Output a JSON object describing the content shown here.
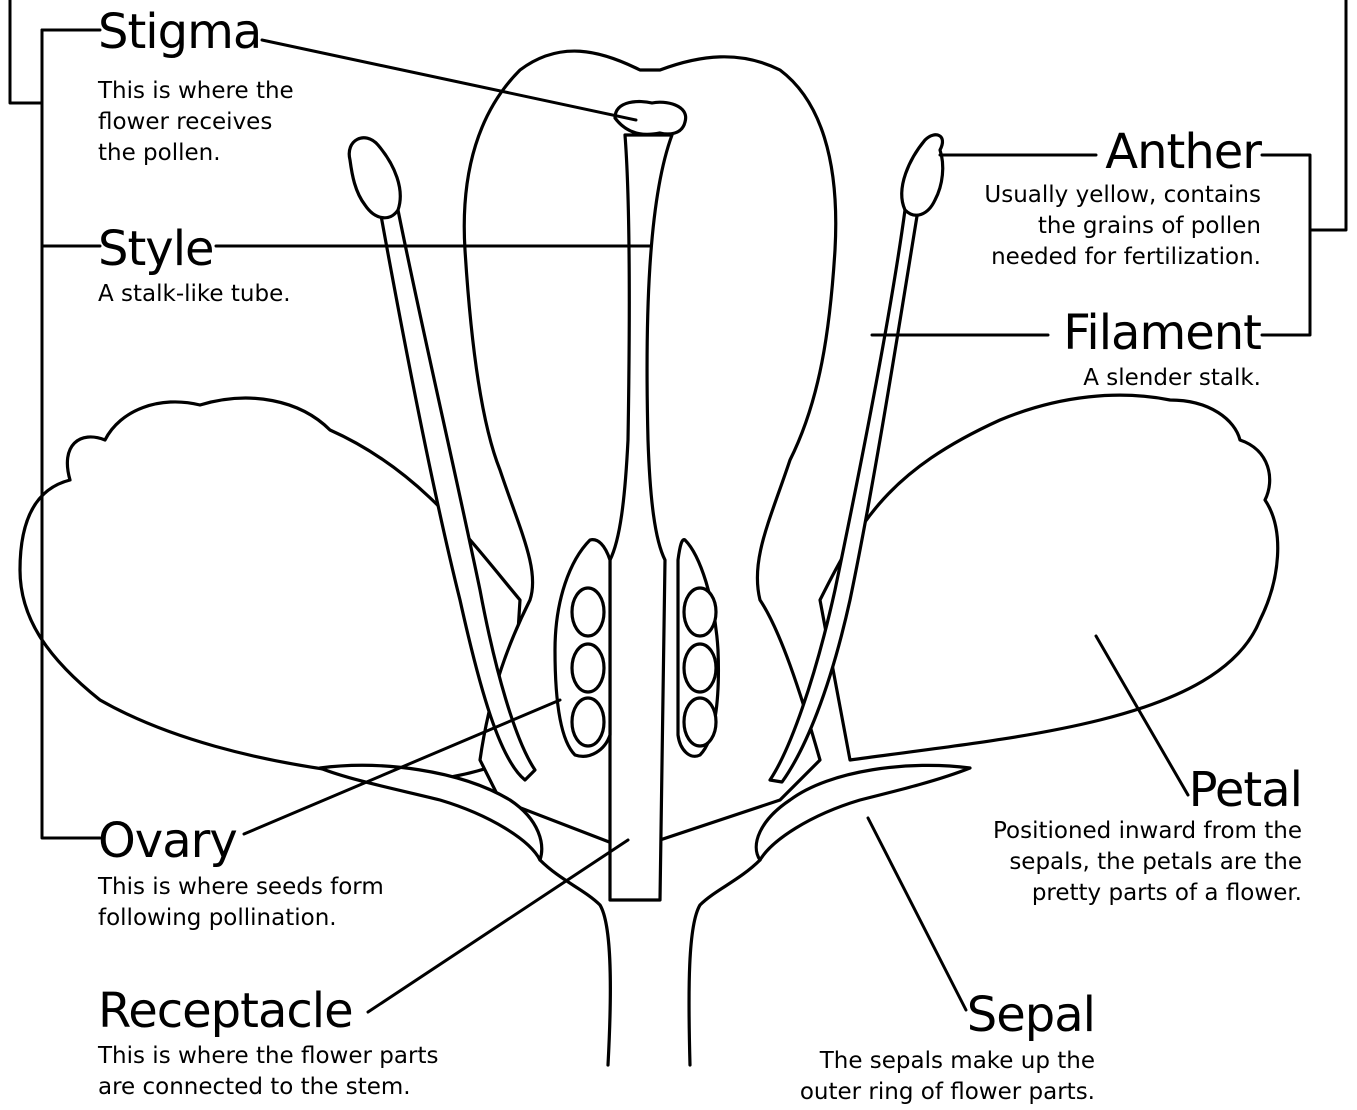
{
  "labels": {
    "stigma": {
      "title": "Stigma",
      "description": [
        "This is where the",
        "flower receives",
        "the pollen."
      ]
    },
    "style": {
      "title": "Style",
      "description": [
        "A stalk-like tube."
      ]
    },
    "ovary": {
      "title": "Ovary",
      "description": [
        "This is where seeds form",
        "following pollination."
      ]
    },
    "receptacle": {
      "title": "Receptacle",
      "description": [
        "This is where the flower parts",
        "are connected to the stem."
      ]
    },
    "anther": {
      "title": "Anther",
      "description": [
        "Usually yellow, contains",
        "the grains of pollen",
        "needed for fertilization."
      ]
    },
    "filament": {
      "title": "Filament",
      "description": [
        "A slender stalk."
      ]
    },
    "petal": {
      "title": "Petal",
      "description": [
        "Positioned inward from the",
        "sepals, the petals are the",
        "pretty parts of a flower."
      ]
    },
    "sepal": {
      "title": "Sepal",
      "description": [
        "The sepals make up the",
        "outer ring of flower parts."
      ]
    }
  },
  "colors": {
    "line": "#000000",
    "background": "#ffffff"
  }
}
